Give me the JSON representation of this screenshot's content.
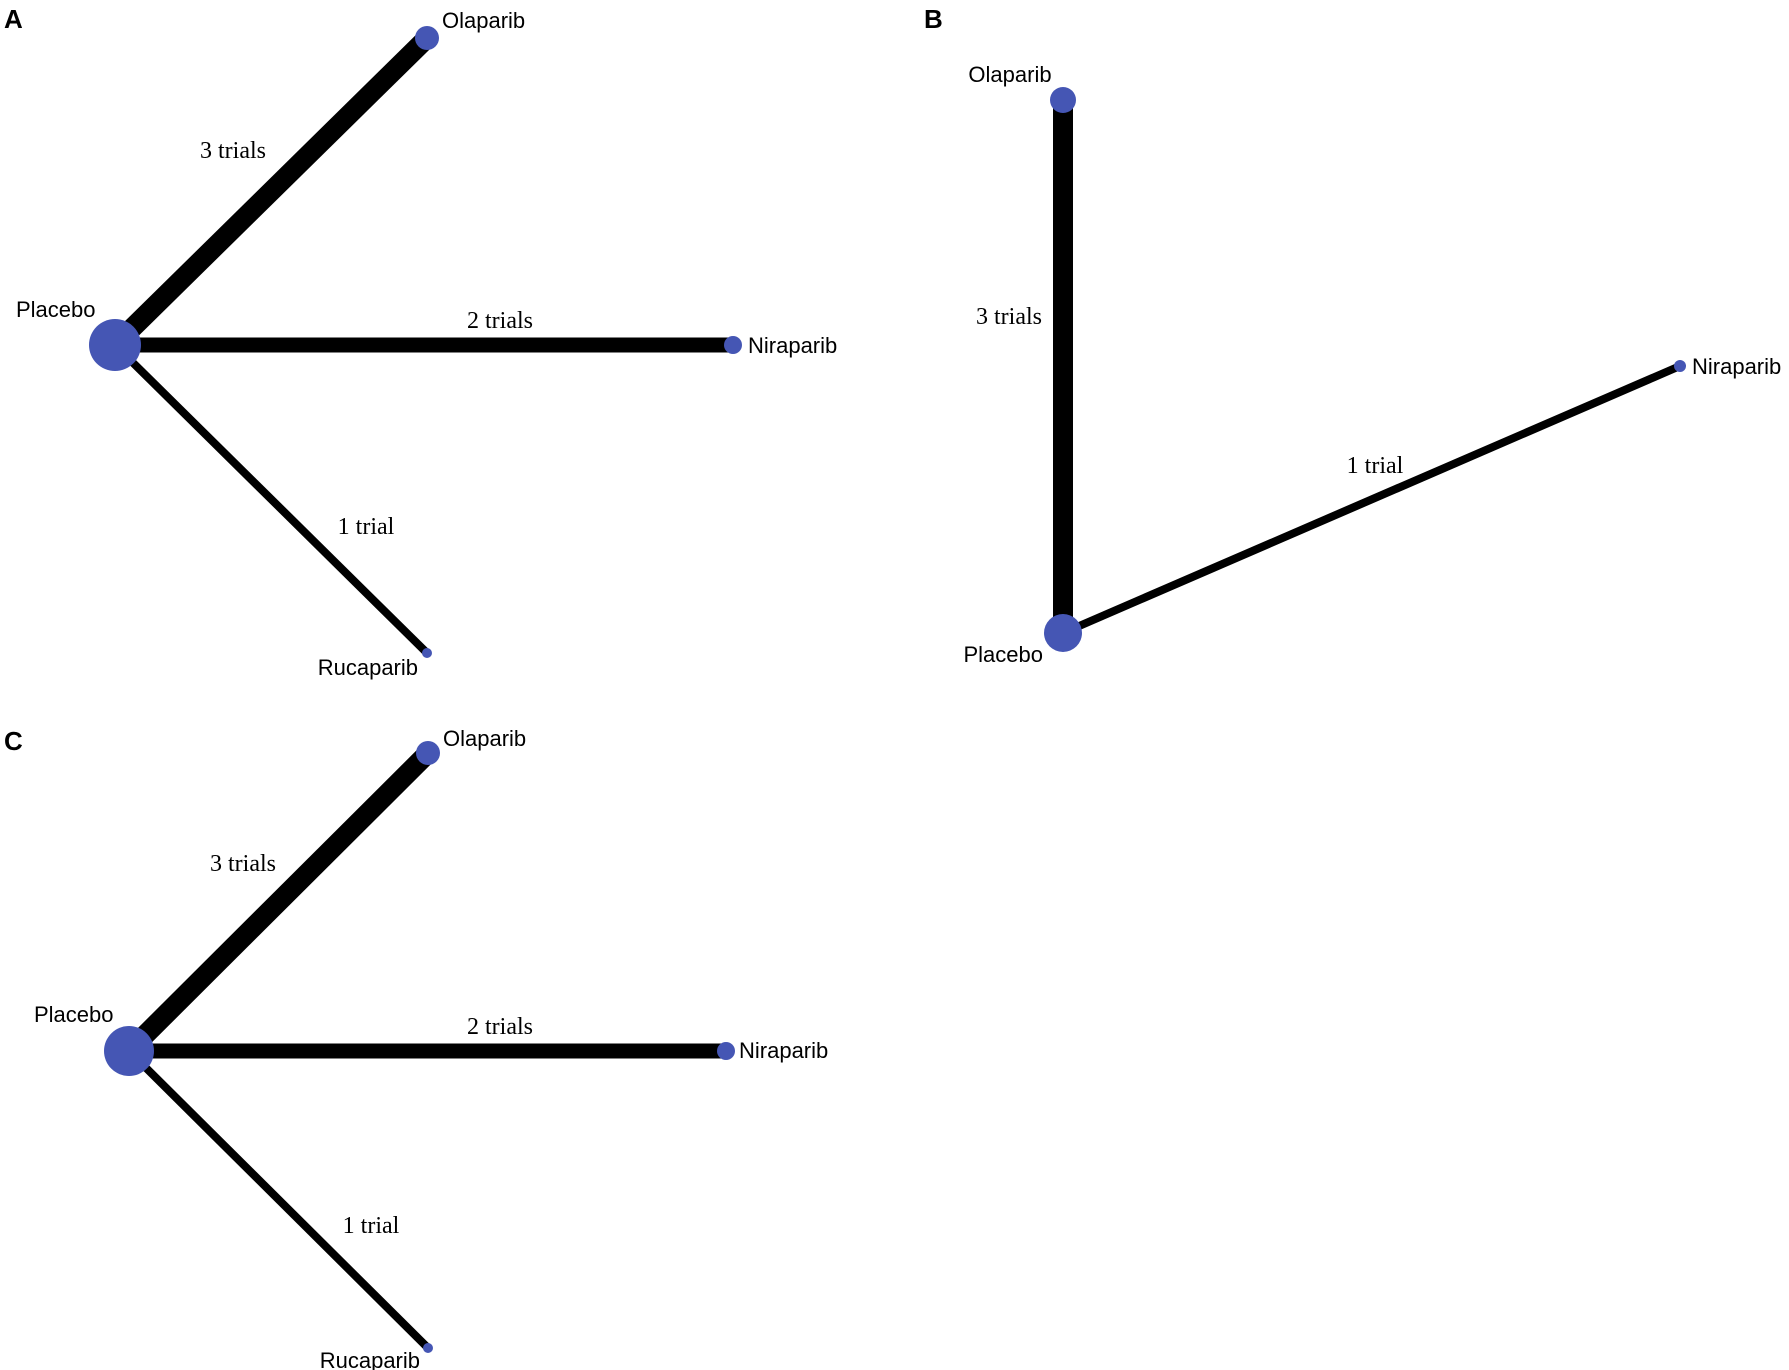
{
  "colors": {
    "node": "#4556b4",
    "edge": "#000000",
    "text": "#000000",
    "background": "#ffffff"
  },
  "panels": [
    {
      "id": "A",
      "letter": "A",
      "nodes": [
        {
          "id": "placebo",
          "label": "Placebo"
        },
        {
          "id": "olaparib",
          "label": "Olaparib"
        },
        {
          "id": "niraparib",
          "label": "Niraparib"
        },
        {
          "id": "rucaparib",
          "label": "Rucaparib"
        }
      ],
      "edges": [
        {
          "from": "placebo",
          "to": "olaparib",
          "trials": 3,
          "label": "3 trials"
        },
        {
          "from": "placebo",
          "to": "niraparib",
          "trials": 2,
          "label": "2 trials"
        },
        {
          "from": "placebo",
          "to": "rucaparib",
          "trials": 1,
          "label": "1 trial"
        }
      ]
    },
    {
      "id": "B",
      "letter": "B",
      "nodes": [
        {
          "id": "olaparib",
          "label": "Olaparib"
        },
        {
          "id": "placebo",
          "label": "Placebo"
        },
        {
          "id": "niraparib",
          "label": "Niraparib"
        }
      ],
      "edges": [
        {
          "from": "placebo",
          "to": "olaparib",
          "trials": 3,
          "label": "3 trials"
        },
        {
          "from": "placebo",
          "to": "niraparib",
          "trials": 1,
          "label": "1 trial"
        }
      ]
    },
    {
      "id": "C",
      "letter": "C",
      "nodes": [
        {
          "id": "placebo",
          "label": "Placebo"
        },
        {
          "id": "olaparib",
          "label": "Olaparib"
        },
        {
          "id": "niraparib",
          "label": "Niraparib"
        },
        {
          "id": "rucaparib",
          "label": "Rucaparib"
        }
      ],
      "edges": [
        {
          "from": "placebo",
          "to": "olaparib",
          "trials": 3,
          "label": "3 trials"
        },
        {
          "from": "placebo",
          "to": "niraparib",
          "trials": 2,
          "label": "2 trials"
        },
        {
          "from": "placebo",
          "to": "rucaparib",
          "trials": 1,
          "label": "1 trial"
        }
      ]
    }
  ]
}
